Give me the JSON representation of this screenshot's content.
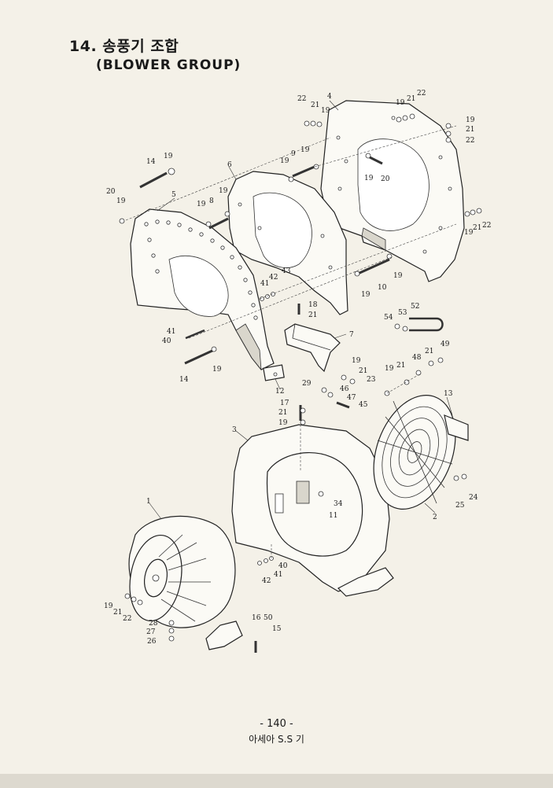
{
  "header": {
    "title_ko": "14. 송풍기 조합",
    "title_en": "(BLOWER GROUP)"
  },
  "footer": {
    "page_number": "- 140 -",
    "company": "아세아 S.S 기"
  },
  "callouts": [
    "1",
    "2",
    "3",
    "4",
    "5",
    "6",
    "7",
    "8",
    "9",
    "10",
    "11",
    "12",
    "13",
    "14",
    "14",
    "15",
    "16",
    "17",
    "18",
    "19",
    "19",
    "19",
    "19",
    "19",
    "19",
    "19",
    "19",
    "19",
    "19",
    "19",
    "19",
    "19",
    "19",
    "19",
    "19",
    "19",
    "19",
    "20",
    "20",
    "21",
    "21",
    "21",
    "21",
    "21",
    "21",
    "21",
    "21",
    "21",
    "21",
    "22",
    "22",
    "22",
    "22",
    "22",
    "23",
    "24",
    "25",
    "26",
    "27",
    "28",
    "29",
    "34",
    "40",
    "40",
    "41",
    "41",
    "42",
    "42",
    "43",
    "45",
    "46",
    "47",
    "48",
    "49",
    "50",
    "52",
    "53",
    "54"
  ]
}
